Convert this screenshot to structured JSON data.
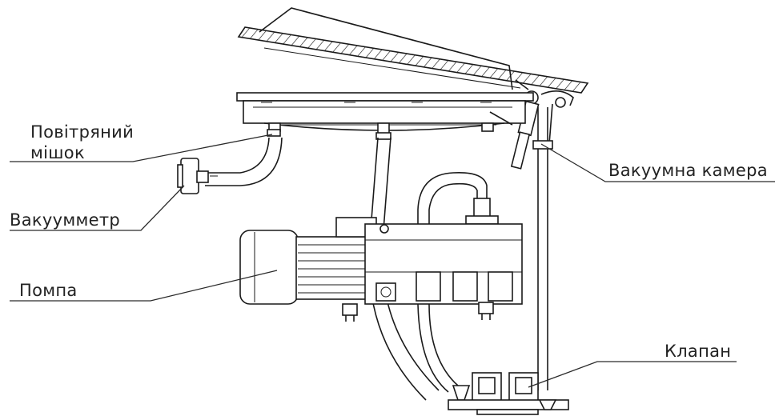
{
  "labels": {
    "air_bag_line1": "Повітряний",
    "air_bag_line2": "мішок",
    "vacuum_gauge": "Вакуумметр",
    "pump": "Помпа",
    "vacuum_chamber": "Вакуумна камера",
    "valve": "Клапан"
  }
}
